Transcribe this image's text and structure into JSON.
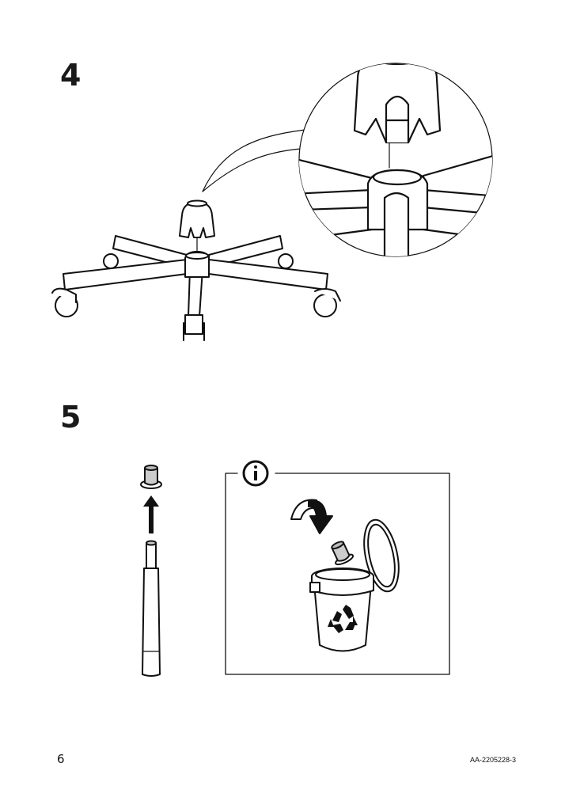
{
  "steps": [
    {
      "number": "4"
    },
    {
      "number": "5"
    }
  ],
  "footer": {
    "page_number": "6",
    "document_code": "AA-2205228-3"
  },
  "icons": {
    "info": "info-icon",
    "recycle": "recycle-icon",
    "arrow_up": "arrow-up-icon",
    "curved_arrow": "curved-arrow-down-icon"
  }
}
